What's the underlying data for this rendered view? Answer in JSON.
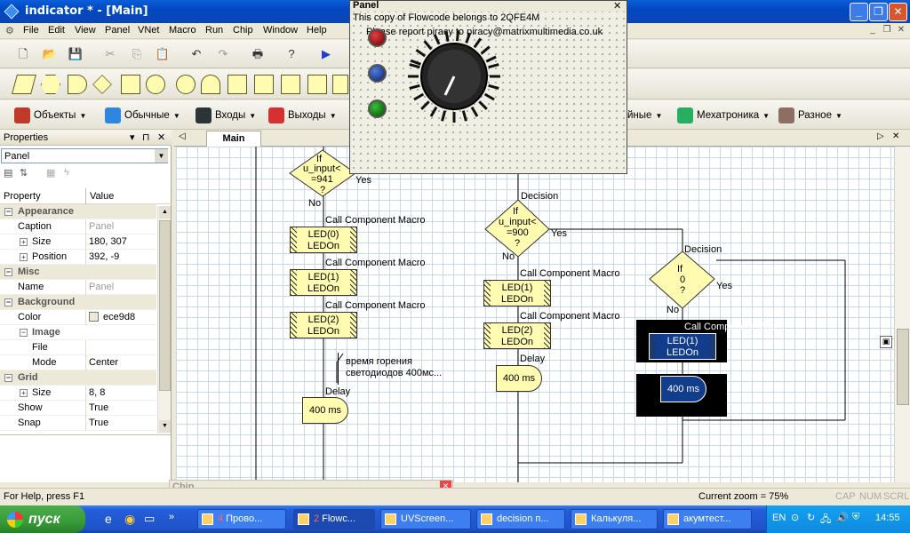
{
  "window": {
    "title": "indicator * - [Main]",
    "min": "_",
    "max": "❐",
    "close": "✕"
  },
  "menu": [
    "File",
    "Edit",
    "View",
    "Panel",
    "VNet",
    "Macro",
    "Run",
    "Chip",
    "Window",
    "Help"
  ],
  "palette": [
    {
      "label": "Объекты",
      "color": "#c0392b"
    },
    {
      "label": "Обычные",
      "color": "#2e86de"
    },
    {
      "label": "Входы",
      "color": "#2d3436"
    },
    {
      "label": "Выходы",
      "color": "#d63031"
    }
  ],
  "palette_right": [
    {
      "label": "йные"
    },
    {
      "label": "Мехатроника",
      "color": "#27ae60"
    },
    {
      "label": "Разное",
      "color": "#8d6e63"
    }
  ],
  "properties": {
    "title": "Properties",
    "selector": "Panel",
    "col_property": "Property",
    "col_value": "Value",
    "rows": [
      {
        "type": "cat",
        "k": "Appearance"
      },
      {
        "type": "row",
        "k": "Caption",
        "v": "Panel",
        "grey": true
      },
      {
        "type": "row",
        "k": "Size",
        "v": "180, 307",
        "plus": true
      },
      {
        "type": "row",
        "k": "Position",
        "v": "392, -9",
        "plus": true
      },
      {
        "type": "cat",
        "k": "Misc"
      },
      {
        "type": "row",
        "k": "Name",
        "v": "Panel",
        "grey": true
      },
      {
        "type": "cat",
        "k": "Background"
      },
      {
        "type": "row",
        "k": "Color",
        "v": "ece9d8",
        "swatch": true
      },
      {
        "type": "sub",
        "k": "Image"
      },
      {
        "type": "row",
        "k": "File",
        "v": "",
        "indent": true
      },
      {
        "type": "row",
        "k": "Mode",
        "v": "Center",
        "indent": true
      },
      {
        "type": "cat",
        "k": "Grid"
      },
      {
        "type": "row",
        "k": "Size",
        "v": "8, 8",
        "plus": true
      },
      {
        "type": "row",
        "k": "Show",
        "v": "True"
      },
      {
        "type": "row",
        "k": "Snap",
        "v": "True"
      }
    ]
  },
  "tab": "Main",
  "flow": {
    "dec1": {
      "line1": "If",
      "line2": "u_input<",
      "line3": "=941",
      "line4": "?",
      "yes": "Yes",
      "no": "No"
    },
    "dec2": {
      "title": "Decision",
      "line1": "If",
      "line2": "u_input<",
      "line3": "=900",
      "line4": "?",
      "yes": "Yes",
      "no": "No"
    },
    "dec3": {
      "title": "Decision",
      "line1": "If",
      "line2": "0",
      "line3": "?",
      "yes": "Yes",
      "no": "No"
    },
    "call_label": "Call Component Macro",
    "calls1": [
      {
        "a": "LED(0)",
        "b": "LEDOn"
      },
      {
        "a": "LED(1)",
        "b": "LEDOn"
      },
      {
        "a": "LED(2)",
        "b": "LEDOn"
      }
    ],
    "calls2": [
      {
        "a": "LED(1)",
        "b": "LEDOn"
      },
      {
        "a": "LED(2)",
        "b": "LEDOn"
      }
    ],
    "calls3": [
      {
        "a": "LED(1)",
        "b": "LEDOn"
      }
    ],
    "comment1": "время горения",
    "comment2": "светодиодов 400мс...",
    "delay_label": "Delay",
    "delay_value": "400 ms"
  },
  "panel": {
    "title": "Panel",
    "close": "✕",
    "line1": "This copy of Flowcode belongs to 2QFE4M",
    "line2": "Please report piracy to piracy@matrixmultimedia.co.uk",
    "leds": [
      "#8b0000",
      "#1f3a8a",
      "#0a7a0a"
    ]
  },
  "chip": {
    "title": "Chip"
  },
  "status": {
    "help": "For Help, press F1",
    "zoom": "Current zoom = 75%",
    "caps": "CAP",
    "num": "NUM",
    "scrl": "SCRL"
  },
  "taskbar": {
    "start": "пуск",
    "tasks": [
      {
        "label": "Прово...",
        "num": "4"
      },
      {
        "label": "Flowc...",
        "num": "2",
        "active": true
      },
      {
        "label": "UVScreen..."
      },
      {
        "label": "decision п..."
      },
      {
        "label": "Калькуля..."
      },
      {
        "label": "акумтест..."
      }
    ],
    "lang": "EN",
    "time": "14:55"
  }
}
